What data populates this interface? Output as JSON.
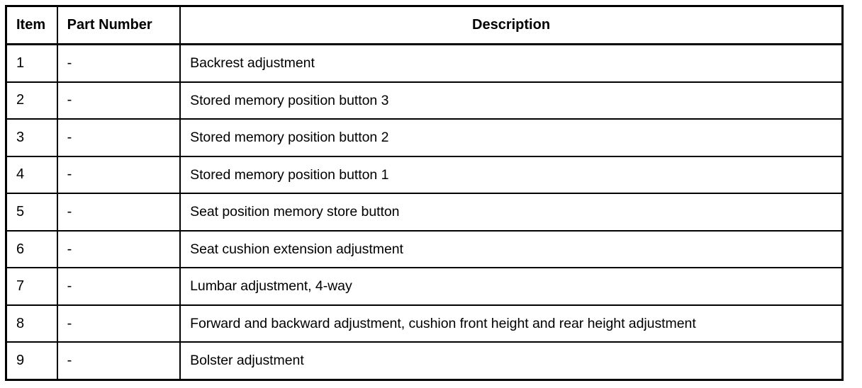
{
  "table": {
    "columns": [
      {
        "key": "item",
        "label": "Item",
        "align": "left"
      },
      {
        "key": "part_number",
        "label": "Part Number",
        "align": "left"
      },
      {
        "key": "description",
        "label": "Description",
        "align": "center"
      }
    ],
    "rows": [
      {
        "item": "1",
        "part_number": "-",
        "description": "Backrest adjustment"
      },
      {
        "item": "2",
        "part_number": "-",
        "description": "Stored memory position button 3"
      },
      {
        "item": "3",
        "part_number": "-",
        "description": "Stored memory position button 2"
      },
      {
        "item": "4",
        "part_number": "-",
        "description": "Stored memory position button 1"
      },
      {
        "item": "5",
        "part_number": "-",
        "description": "Seat position memory store button"
      },
      {
        "item": "6",
        "part_number": "-",
        "description": "Seat cushion extension adjustment"
      },
      {
        "item": "7",
        "part_number": "-",
        "description": "Lumbar adjustment, 4-way"
      },
      {
        "item": "8",
        "part_number": "-",
        "description": "Forward and backward adjustment, cushion front height and rear height adjustment"
      },
      {
        "item": "9",
        "part_number": "-",
        "description": "Bolster adjustment"
      }
    ]
  },
  "colors": {
    "border": "#000000",
    "background": "#ffffff",
    "text": "#000000"
  }
}
